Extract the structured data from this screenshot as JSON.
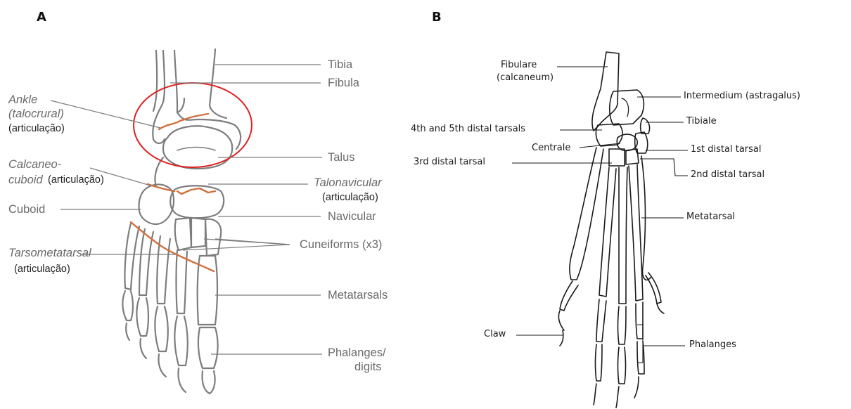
{
  "panels": {
    "a": "A",
    "b": "B"
  },
  "panel_a": {
    "tibia": "Tibia",
    "fibula": "Fibula",
    "ankle_1": "Ankle",
    "ankle_2": "(talocrural)",
    "ankle_3": "(articulação)",
    "talus": "Talus",
    "calcaneo_1": "Calcaneo-",
    "calcaneo_2": "cuboid",
    "calcaneo_3": "(articulação)",
    "talonav_1": "Talonavicular",
    "talonav_2": "(articulação)",
    "cuboid": "Cuboid",
    "navicular": "Navicular",
    "cuneiforms": "Cuneiforms (x3)",
    "tarsomet_1": "Tarsometatarsal",
    "tarsomet_2": "(articulação)",
    "metatarsals": "Metatarsals",
    "phalanges_1": "Phalanges/",
    "phalanges_2": "digits"
  },
  "panel_b": {
    "fibulare_1": "Fibulare",
    "fibulare_2": "(calcaneum)",
    "intermedium": "Intermedium (astragalus)",
    "tibiale": "Tibiale",
    "distal45": "4th and 5th distal tarsals",
    "centrale": "Centrale",
    "distal1": "1st distal tarsal",
    "distal3": "3rd distal tarsal",
    "distal2": "2nd distal tarsal",
    "metatarsal": "Metatarsal",
    "claw": "Claw",
    "phalanges": "Phalanges"
  },
  "colors": {
    "joint_lines": "#d2703e",
    "highlight_circle": "#e02020",
    "bone_outline_a": "#7d7d7d",
    "bone_outline_b": "#1a1a1a"
  }
}
